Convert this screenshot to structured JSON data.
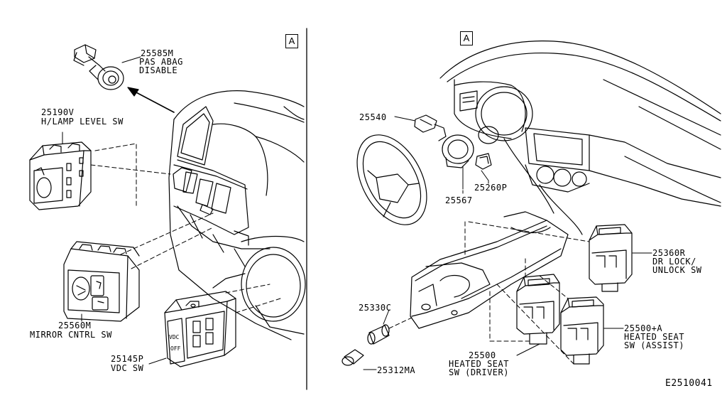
{
  "sections": {
    "left_marker": "A",
    "right_marker": "A"
  },
  "parts": [
    {
      "id": "25585m",
      "number": "25585M",
      "name": "PAS ABAG\nDISABLE"
    },
    {
      "id": "25190v",
      "number": "25190V",
      "name": "H/LAMP LEVEL SW"
    },
    {
      "id": "25560m",
      "number": "25560M",
      "name": "MIRROR CNTRL SW"
    },
    {
      "id": "25145p",
      "number": "25145P",
      "name": "VDC SW"
    },
    {
      "id": "25540",
      "number": "25540",
      "name": ""
    },
    {
      "id": "25567",
      "number": "25567",
      "name": ""
    },
    {
      "id": "25260p",
      "number": "25260P",
      "name": ""
    },
    {
      "id": "25360r",
      "number": "25360R",
      "name": "DR LOCK/\nUNLOCK SW"
    },
    {
      "id": "25330c",
      "number": "25330C",
      "name": ""
    },
    {
      "id": "25312ma",
      "number": "25312MA",
      "name": ""
    },
    {
      "id": "25500",
      "number": "25500",
      "name": "HEATED SEAT\nSW (DRIVER)"
    },
    {
      "id": "25500a",
      "number": "25500+A",
      "name": "HEATED SEAT\nSW (ASSIST)"
    }
  ],
  "switch_face_text": {
    "vdc_line1": "VDC",
    "vdc_line2": "OFF"
  },
  "diagram_code": "E2510041"
}
